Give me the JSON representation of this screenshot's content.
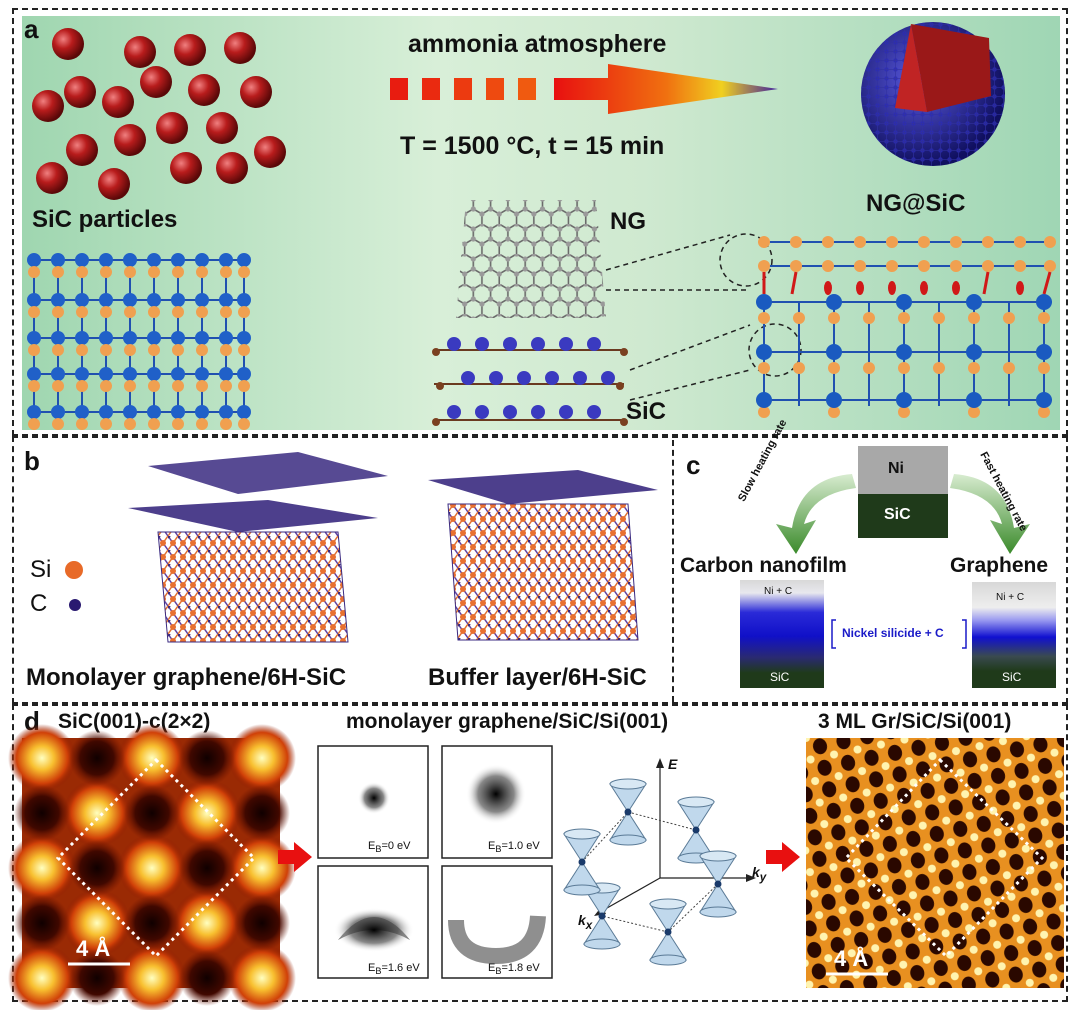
{
  "panel_a": {
    "label": "a",
    "arrow_top_text": "ammonia atmosphere",
    "arrow_bottom_text": "T = 1500 °C, t = 15 min",
    "particles_label": "SiC particles",
    "result_label": "NG@SiC",
    "ng_label": "NG",
    "sic_label": "SiC",
    "colors": {
      "background": "#c8e8d0",
      "particle": "#b01818",
      "si": "#2455b8",
      "c": "#f0a050"
    }
  },
  "panel_b": {
    "label": "b",
    "legend_si": "Si",
    "legend_c": "C",
    "caption_left": "Monolayer graphene/6H-SiC",
    "caption_right": "Buffer layer/6H-SiC"
  },
  "panel_c": {
    "label": "c",
    "top_ni": "Ni",
    "top_sic": "SiC",
    "slow": "Slow heating rate",
    "fast": "Fast heating rate",
    "left_title": "Carbon nanofilm",
    "right_title": "Graphene",
    "ni_c": "Ni + C",
    "sic": "SiC",
    "middle": "Nickel silicide + C"
  },
  "panel_d": {
    "label": "d",
    "left_title": "SiC(001)-c(2×2)",
    "middle_title": "monolayer graphene/SiC/Si(001)",
    "right_title": "3 ML Gr/SiC/Si(001)",
    "scale_left": "4 Å",
    "scale_right": "4 Å",
    "arpes": [
      "EB=0 eV",
      "EB=1.0 eV",
      "EB=1.6 eV",
      "EB=1.8 eV"
    ],
    "axis_e": "E",
    "axis_kx": "k",
    "axis_ky": "k"
  }
}
